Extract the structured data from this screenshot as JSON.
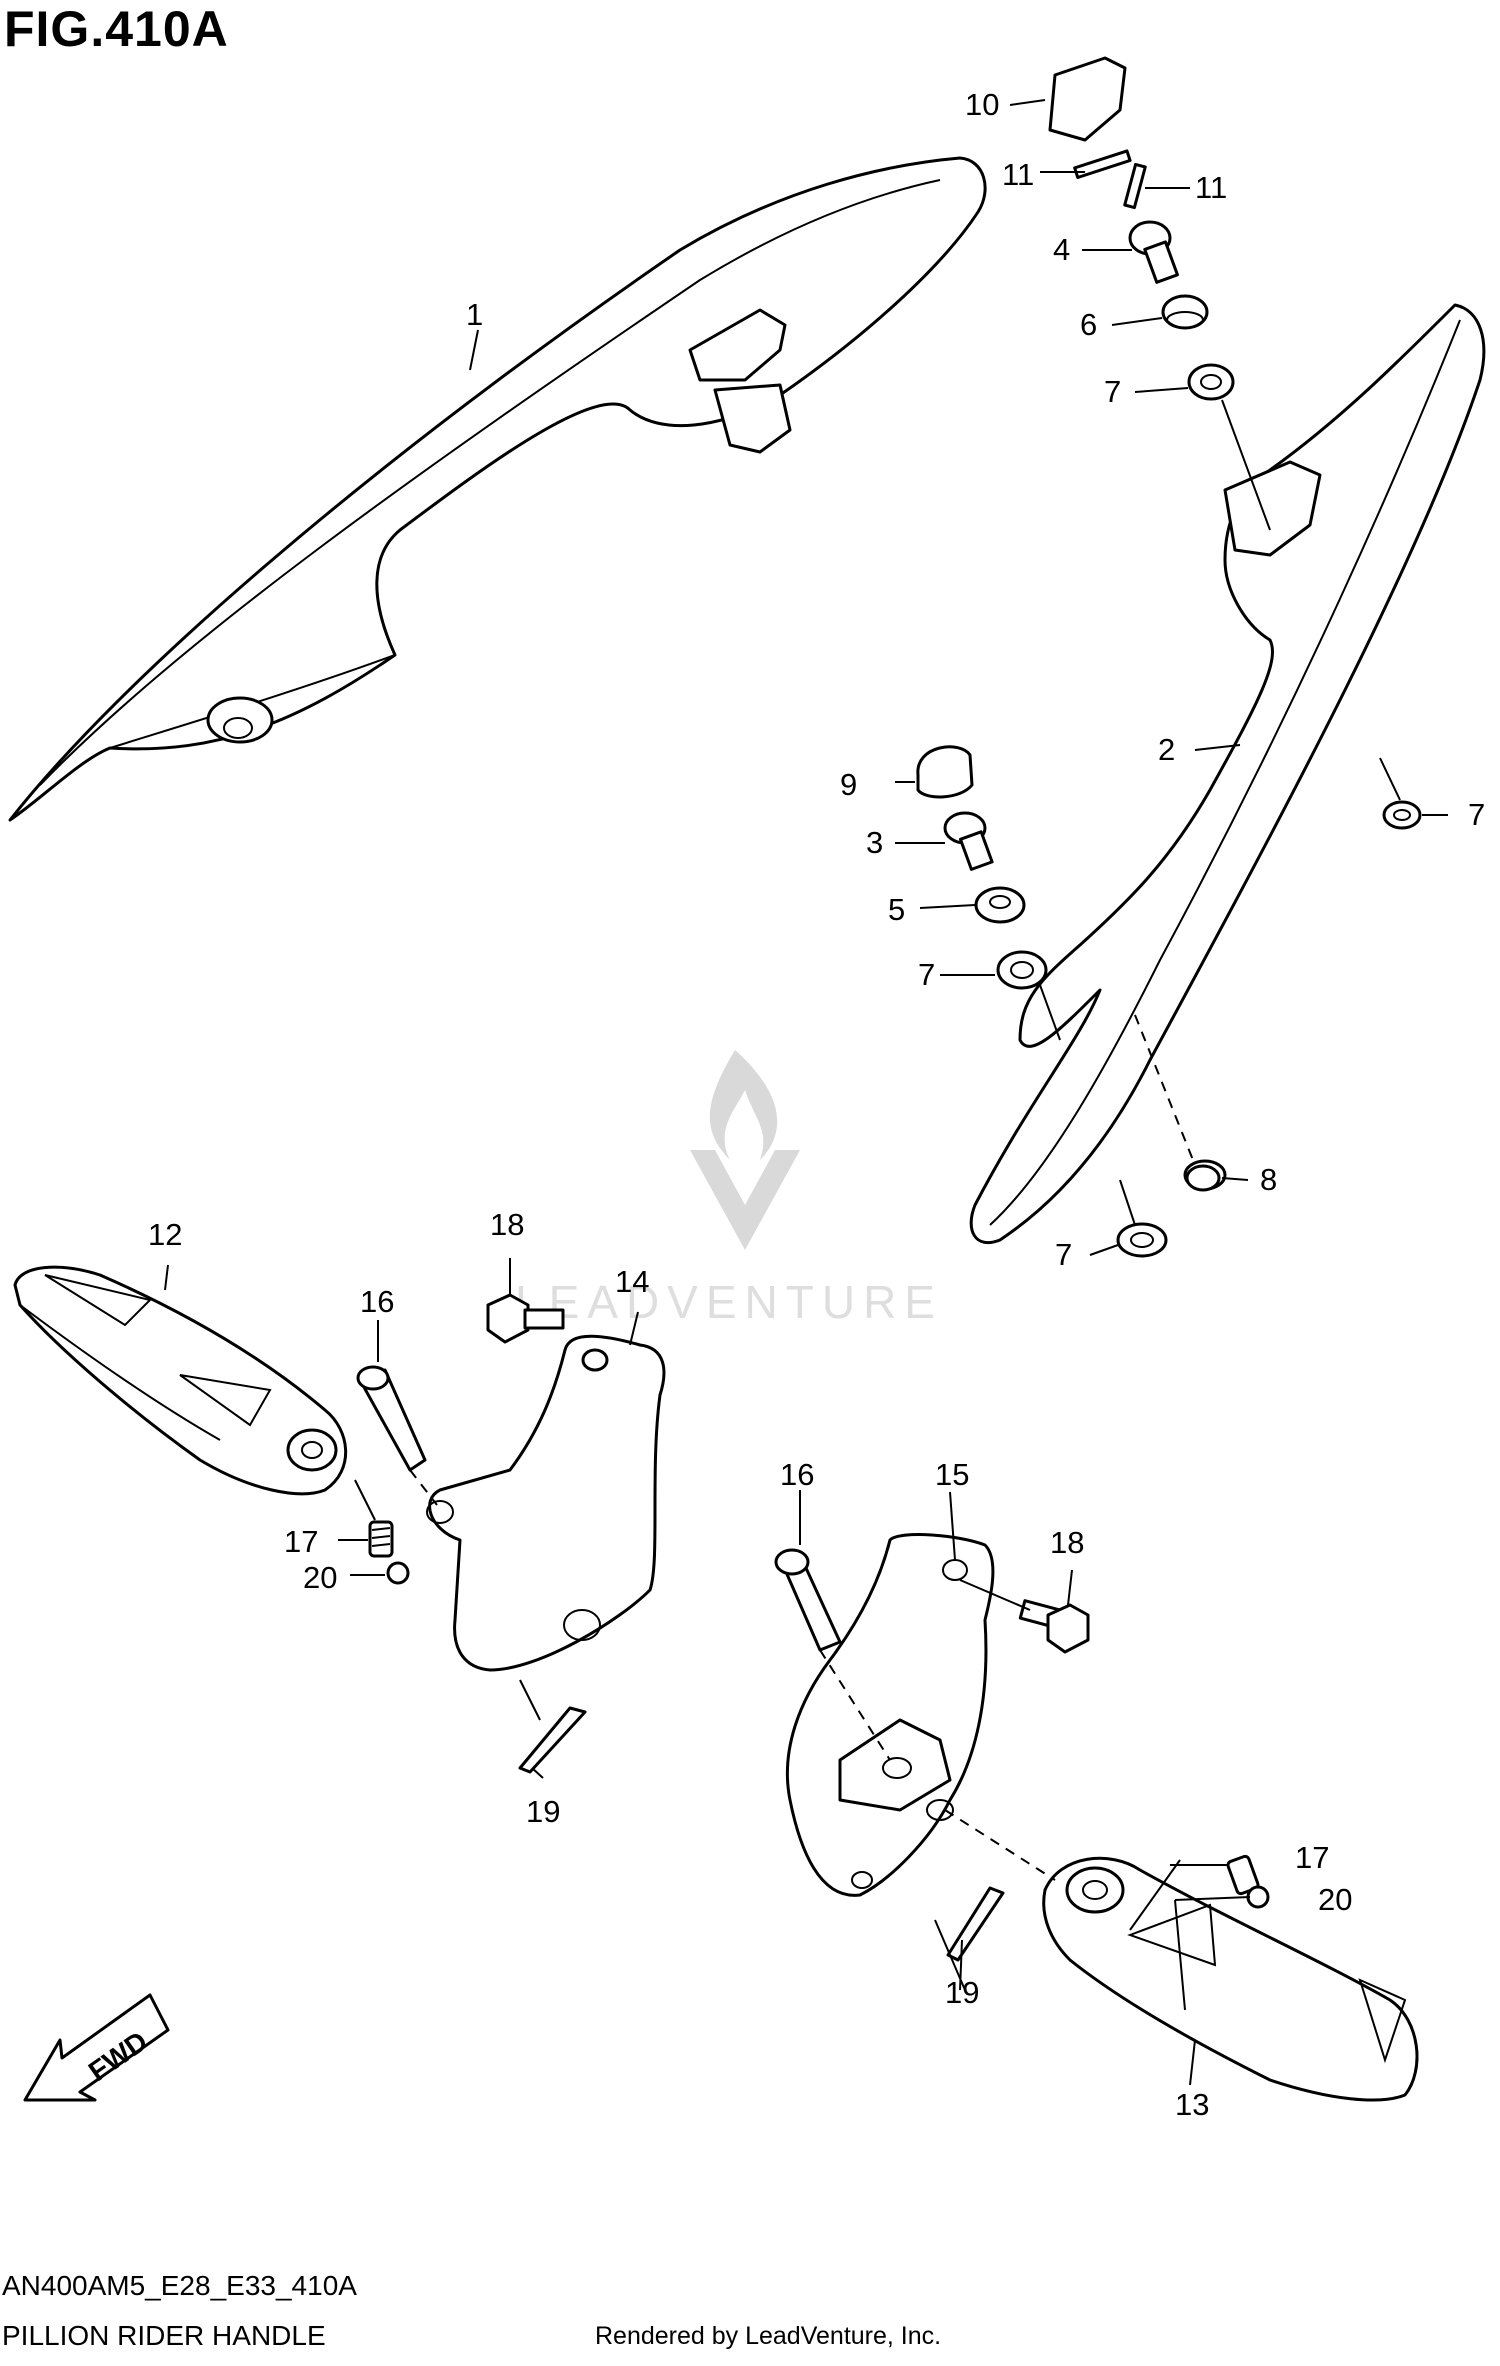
{
  "figure": {
    "title": "FIG.410A"
  },
  "watermark": {
    "text": "LEADVENTURE"
  },
  "fwd_label": "FWD",
  "callouts": {
    "c1": "1",
    "c2": "2",
    "c3": "3",
    "c4": "4",
    "c5": "5",
    "c6": "6",
    "c7a": "7",
    "c7b": "7",
    "c7c": "7",
    "c7d": "7",
    "c8": "8",
    "c9": "9",
    "c10": "10",
    "c11a": "11",
    "c11b": "11",
    "c12": "12",
    "c13": "13",
    "c14": "14",
    "c15": "15",
    "c16a": "16",
    "c16b": "16",
    "c17a": "17",
    "c17b": "17",
    "c18a": "18",
    "c18b": "18",
    "c19a": "19",
    "c19b": "19",
    "c20a": "20",
    "c20b": "20"
  },
  "footer": {
    "code": "AN400AM5_E28_E33_410A",
    "name": "PILLION RIDER HANDLE",
    "credit": "Rendered by LeadVenture, Inc."
  }
}
